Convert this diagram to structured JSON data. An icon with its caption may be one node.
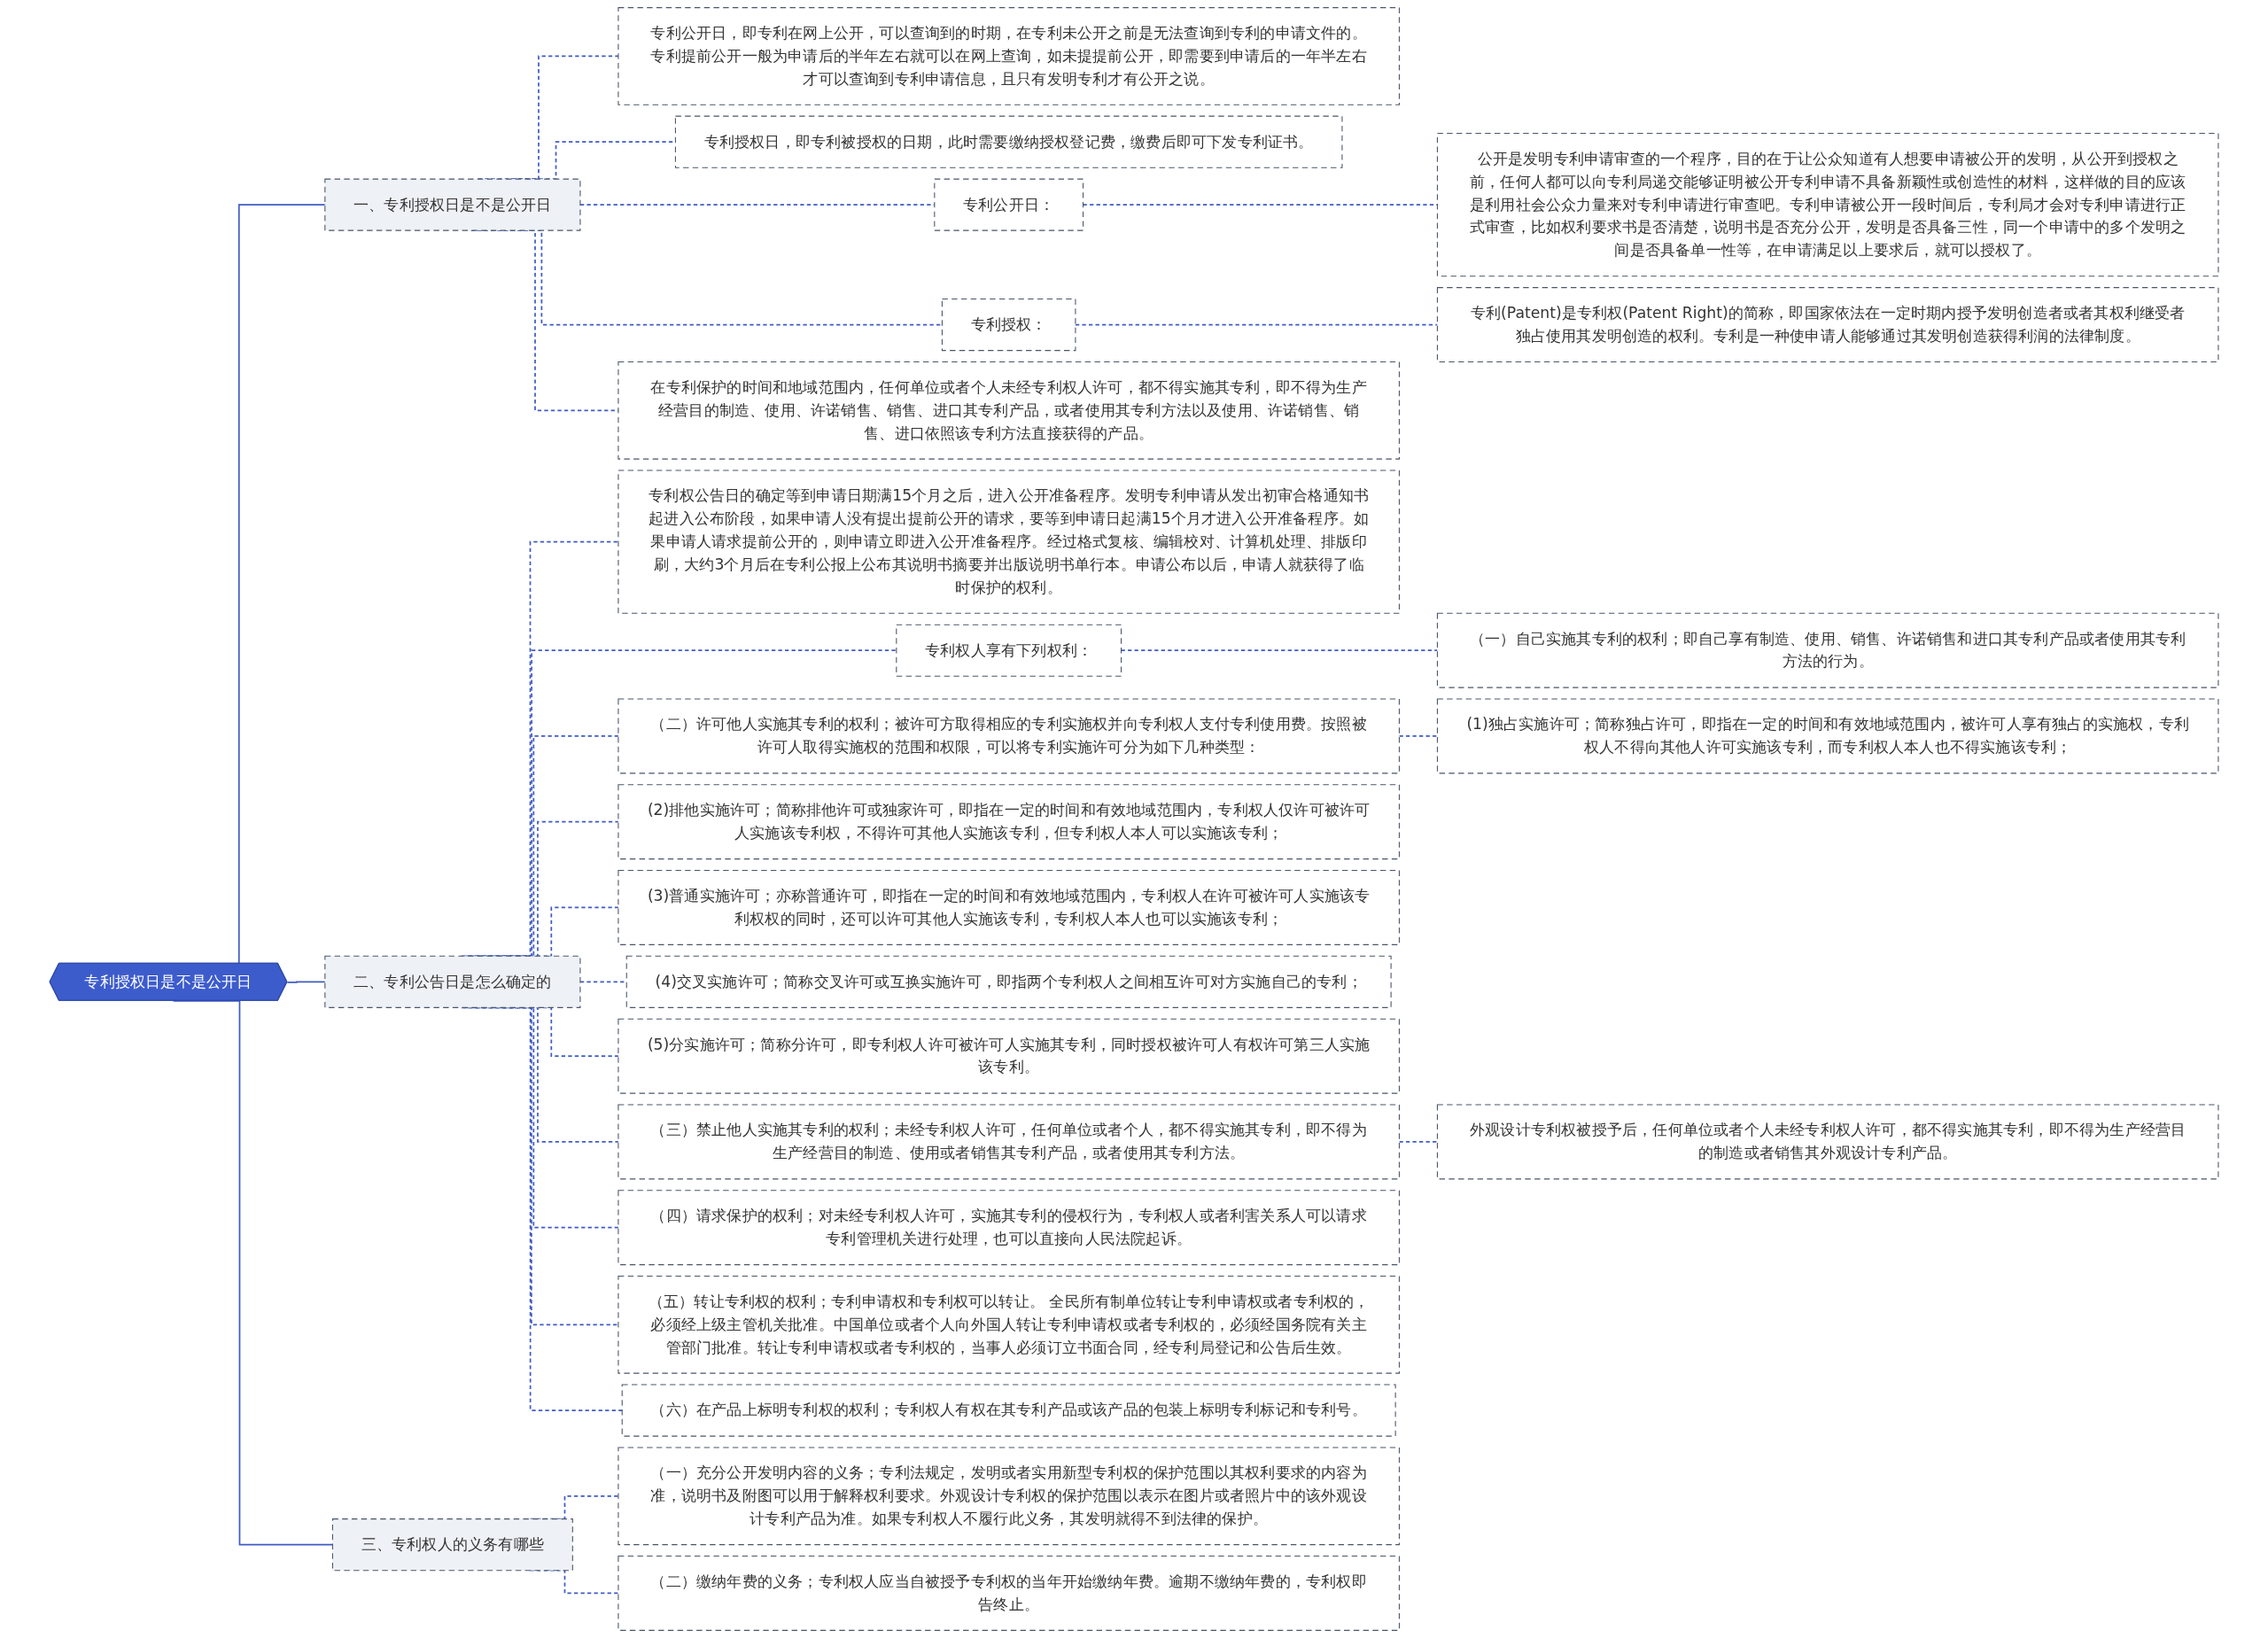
{
  "diagram": {
    "nodes": [
      {
        "text": [
          "专利授权日是不是公开日"
        ]
      },
      {
        "text": [
          "一、专利授权日是不是公开日"
        ]
      },
      {
        "text": [
          "专利公开日，即专利在网上公开，可以查询到的时期，在专利未公开之前是无法查询到专利的申请文件的。专利提前公开一般为申请后的半年左右就可以在网上查询，如未提提前公开，即需要到申请后的一年半左右才可以查询到专利申请信息，且只有发明专利才有公开之说。"
        ]
      },
      {
        "text": [
          "专利授权日，即专利被授权的日期，此时需要缴纳授权登记费，缴费后即可下发专利证书。"
        ]
      },
      {
        "text": [
          "专利公开日："
        ]
      },
      {
        "text": [
          "公开是发明专利申请审查的一个程序，目的在于让公众知道有人想要申请被公开的发明，从公开到授权之前，任何人都可以向专利局递交能够证明被公开专利申请不具备新颖性或创造性的材料，这样做的目的应该是利用社会公众力量来对专利申请进行审查吧。专利申请被公开一段时间后，专利局才会对专利申请进行正式审查，比如权利要求书是否清楚，说明书是否充分公开，发明是否具备三性，同一个申请中的多个发明之间是否具备单一性等，在申请满足以上要求后，就可以授权了。"
        ]
      },
      {
        "text": [
          "专利授权："
        ]
      },
      {
        "text": [
          "专利(Patent)是专利权(Patent Right)的简称，即国家依法在一定时期内授予发明创造者或者其权利继受者独占使用其发明创造的权利。专利是一种使申请人能够通过其发明创造获得利润的法律制度。"
        ]
      },
      {
        "text": [
          "在专利保护的时间和地域范围内，任何单位或者个人未经专利权人许可，都不得实施其专利，即不得为生产经营目的制造、使用、许诺销售、销售、进口其专利产品，或者使用其专利方法以及使用、许诺销售、销售、进口依照该专利方法直接获得的产品。"
        ]
      },
      {
        "text": [
          "二、专利公告日是怎么确定的"
        ]
      },
      {
        "text": [
          "专利权公告日的确定等到申请日期满15个月之后，进入公开准备程序。发明专利申请从发出初审合格通知书起进入公布阶段，如果申请人没有提出提前公开的请求，要等到申请日起满15个月才进入公开准备程序。如果申请人请求提前公开的，则申请立即进入公开准备程序。经过格式复核、编辑校对、计算机处理、排版印刷，大约3个月后在专利公报上公布其说明书摘要并出版说明书单行本。申请公布以后，申请人就获得了临时保护的权利。"
        ]
      },
      {
        "text": [
          "专利权人享有下列权利："
        ]
      },
      {
        "text": [
          "（一）自己实施其专利的权利；即自己享有制造、使用、销售、许诺销售和进口其专利产品或者使用其专利方法的行为。"
        ]
      },
      {
        "text": [
          "（二）许可他人实施其专利的权利；被许可方取得相应的专利实施权并向专利权人支付专利使用费。按照被许可人取得实施权的范围和权限，可以将专利实施许可分为如下几种类型："
        ]
      },
      {
        "text": [
          "(1)独占实施许可；简称独占许可，即指在一定的时间和有效地域范围内，被许可人享有独占的实施权，专利权人不得向其他人许可实施该专利，而专利权人本人也不得实施该专利；"
        ]
      },
      {
        "text": [
          "(2)排他实施许可；简称排他许可或独家许可，即指在一定的时间和有效地域范围内，专利权人仅许可被许可人实施该专利权，不得许可其他人实施该专利，但专利权人本人可以实施该专利；"
        ]
      },
      {
        "text": [
          "(3)普通实施许可；亦称普通许可，即指在一定的时间和有效地域范围内，专利权人在许可被许可人实施该专利权权的同时，还可以许可其他人实施该专利，专利权人本人也可以实施该专利；"
        ]
      },
      {
        "text": [
          "(4)交叉实施许可；简称交叉许可或互换实施许可，即指两个专利权人之间相互许可对方实施自己的专利；"
        ]
      },
      {
        "text": [
          "(5)分实施许可；简称分许可，即专利权人许可被许可人实施其专利，同时授权被许可人有权许可第三人实施该专利。"
        ]
      },
      {
        "text": [
          "（三）禁止他人实施其专利的权利；未经专利权人许可，任何单位或者个人，都不得实施其专利，即不得为生产经营目的制造、使用或者销售其专利产品，或者使用其专利方法。"
        ]
      },
      {
        "text": [
          "外观设计专利权被授予后，任何单位或者个人未经专利权人许可，都不得实施其专利，即不得为生产经营目的制造或者销售其外观设计专利产品。"
        ]
      },
      {
        "text": [
          "（四）请求保护的权利；对未经专利权人许可，实施其专利的侵权行为，专利权人或者利害关系人可以请求专利管理机关进行处理，也可以直接向人民法院起诉。"
        ]
      },
      {
        "text": [
          "（五）转让专利权的权利；专利申请权和专利权可以转让。 全民所有制单位转让专利申请权或者专利权的，必须经上级主管机关批准。中国单位或者个人向外国人转让专利申请权或者专利权的，必须经国务院有关主管部门批准。转让专利申请权或者专利权的，当事人必须订立书面合同，经专利局登记和公告后生效。"
        ]
      },
      {
        "text": [
          "（六）在产品上标明专利权的权利；专利权人有权在其专利产品或该产品的包装上标明专利标记和专利号。"
        ]
      },
      {
        "text": [
          "三、专利权人的义务有哪些"
        ]
      },
      {
        "text": [
          "（一）充分公开发明内容的义务；专利法规定，发明或者实用新型专利权的保护范围以其权利要求的内容为准，说明书及附图可以用于解释权利要求。外观设计专利权的保护范围以表示在图片或者照片中的该外观设计专利产品为准。如果专利权人不履行此义务，其发明就得不到法律的保护。"
        ]
      },
      {
        "text": [
          "（二）缴纳年费的义务；专利权人应当自被授予专利权的当年开始缴纳年费。逾期不缴纳年费的，专利权即告终止。"
        ]
      }
    ],
    "edges": [
      {
        "from": 0,
        "to": 1,
        "arrow": "none"
      },
      {
        "from": 1,
        "to": 2,
        "arrow": "none",
        "style": "dashed"
      },
      {
        "from": 1,
        "to": 3,
        "arrow": "none",
        "style": "dashed"
      },
      {
        "from": 1,
        "to": 4,
        "arrow": "none",
        "style": "dashed"
      },
      {
        "from": 4,
        "to": 5,
        "arrow": "none",
        "style": "dashed"
      },
      {
        "from": 1,
        "to": 6,
        "arrow": "none",
        "style": "dashed"
      },
      {
        "from": 6,
        "to": 7,
        "arrow": "none",
        "style": "dashed"
      },
      {
        "from": 1,
        "to": 8,
        "arrow": "none",
        "style": "dashed"
      },
      {
        "from": 0,
        "to": 9,
        "arrow": "none"
      },
      {
        "from": 9,
        "to": 10,
        "arrow": "none",
        "style": "dashed"
      },
      {
        "from": 9,
        "to": 11,
        "arrow": "none",
        "style": "dashed"
      },
      {
        "from": 11,
        "to": 12,
        "arrow": "none",
        "style": "dashed"
      },
      {
        "from": 9,
        "to": 13,
        "arrow": "none",
        "style": "dashed"
      },
      {
        "from": 13,
        "to": 14,
        "arrow": "none",
        "style": "dashed"
      },
      {
        "from": 9,
        "to": 15,
        "arrow": "none",
        "style": "dashed"
      },
      {
        "from": 9,
        "to": 16,
        "arrow": "none",
        "style": "dashed"
      },
      {
        "from": 9,
        "to": 17,
        "arrow": "none",
        "style": "dashed"
      },
      {
        "from": 9,
        "to": 18,
        "arrow": "none",
        "style": "dashed"
      },
      {
        "from": 9,
        "to": 19,
        "arrow": "none",
        "style": "dashed"
      },
      {
        "from": 19,
        "to": 20,
        "arrow": "none",
        "style": "dashed"
      },
      {
        "from": 9,
        "to": 21,
        "arrow": "none",
        "style": "dashed"
      },
      {
        "from": 9,
        "to": 22,
        "arrow": "none",
        "style": "dashed"
      },
      {
        "from": 9,
        "to": 23,
        "arrow": "none",
        "style": "dashed"
      },
      {
        "from": 0,
        "to": 24,
        "arrow": "none"
      },
      {
        "from": 24,
        "to": 25,
        "arrow": "none",
        "style": "dashed"
      },
      {
        "from": 24,
        "to": 26,
        "arrow": "none",
        "style": "dashed"
      }
    ]
  }
}
